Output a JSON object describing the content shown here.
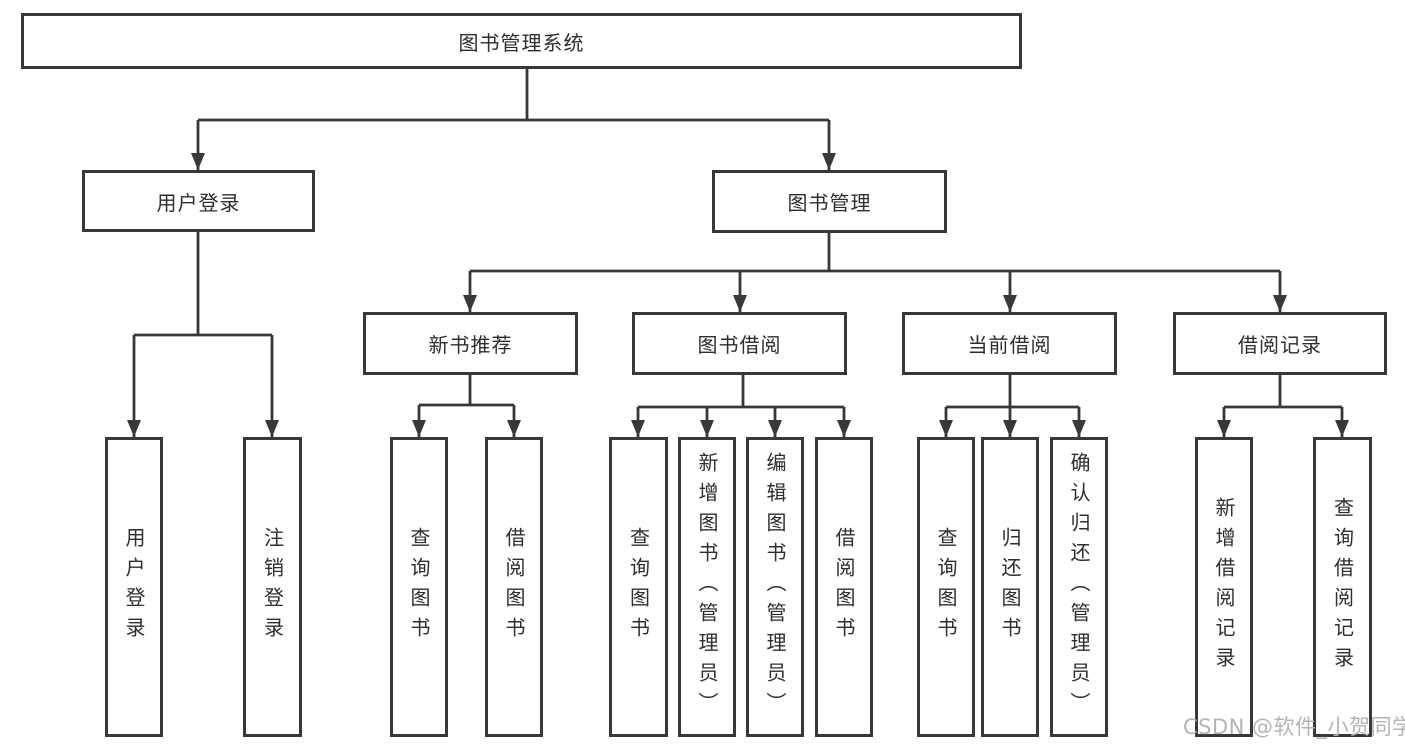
{
  "tree": {
    "label": "图书管理系统",
    "children": [
      {
        "label": "用户登录",
        "children": [
          {
            "label": "用户登录"
          },
          {
            "label": "注销登录"
          }
        ]
      },
      {
        "label": "图书管理",
        "children": [
          {
            "label": "新书推荐",
            "children": [
              {
                "label": "查询图书"
              },
              {
                "label": "借阅图书"
              }
            ]
          },
          {
            "label": "图书借阅",
            "children": [
              {
                "label": "查询图书"
              },
              {
                "label": "新增图书（管理员）"
              },
              {
                "label": "编辑图书（管理员）"
              },
              {
                "label": "借阅图书"
              }
            ]
          },
          {
            "label": "当前借阅",
            "children": [
              {
                "label": "查询图书"
              },
              {
                "label": "归还图书"
              },
              {
                "label": "确认归还（管理员）"
              }
            ]
          },
          {
            "label": "借阅记录",
            "children": [
              {
                "label": "新增借阅记录"
              },
              {
                "label": "查询借阅记录"
              }
            ]
          }
        ]
      }
    ]
  },
  "watermark": {
    "text": "CSDN @软件_小贺同学"
  },
  "colors": {
    "line": "#383838",
    "box_border": "#383838",
    "text": "#2e2e2e",
    "watermark": "#b4b4b4",
    "background": "#ffffff"
  }
}
